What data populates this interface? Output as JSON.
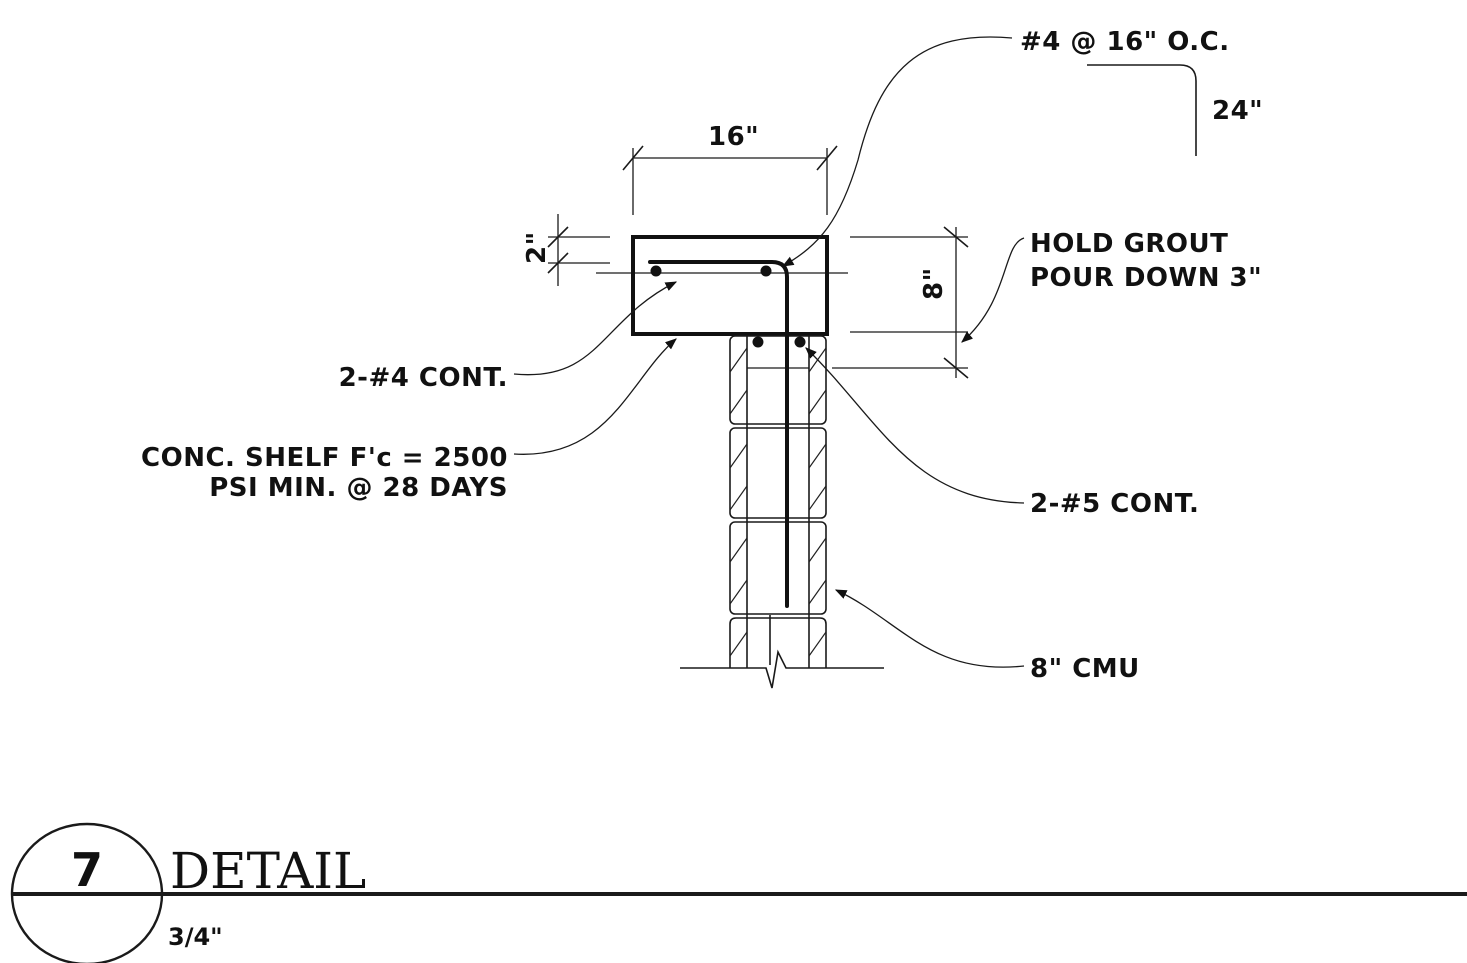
{
  "detail": {
    "number": "7",
    "title": "DETAIL",
    "scale": "3/4\""
  },
  "dimensions": {
    "width": "16\"",
    "depth": "8\"",
    "cover": "2\"",
    "hook_length": "24\""
  },
  "callouts": {
    "stirrup": "#4 @ 16\" O.C.",
    "hold_grout_1": "HOLD GROUT",
    "hold_grout_2": "POUR DOWN 3\"",
    "shelf_bars": "2-#4 CONT.",
    "shelf_concrete_1": "CONC. SHELF F'c = 2500",
    "shelf_concrete_2": "PSI MIN. @ 28 DAYS",
    "bond_beam_bars": "2-#5 CONT.",
    "wall": "8\" CMU"
  }
}
